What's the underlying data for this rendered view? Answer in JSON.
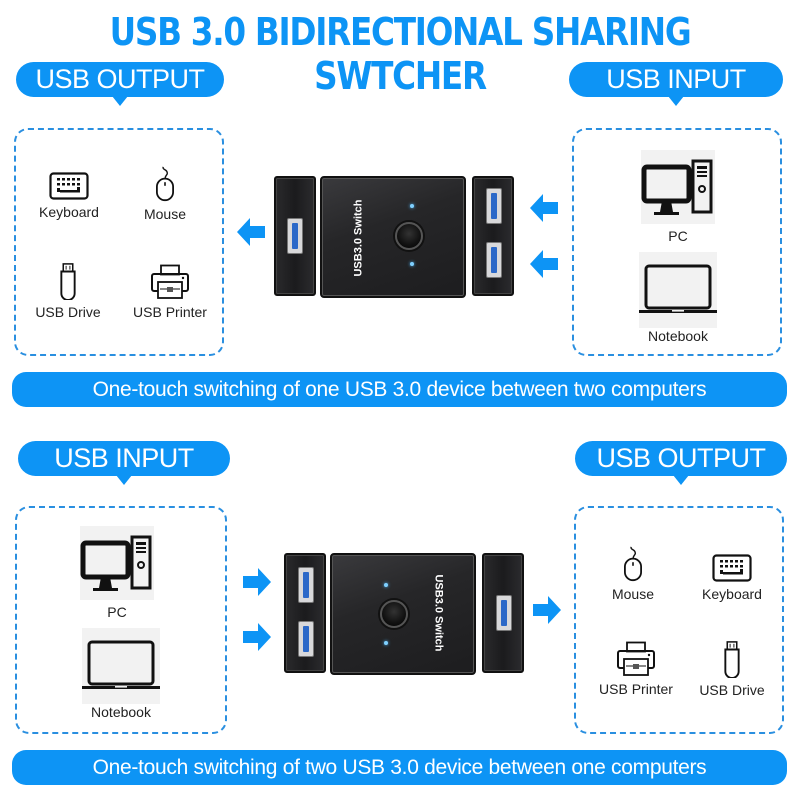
{
  "title": "USB 3.0 BIDIRECTIONAL SHARING SWTCHER",
  "colors": {
    "accent": "#0d94f5",
    "dashed_border": "#2a8fe0",
    "device_body": "#1f1f21",
    "led": "#7fd0ff"
  },
  "top_section": {
    "left_bubble": "USB OUTPUT",
    "right_bubble": "USB INPUT",
    "left_devices": [
      {
        "label": "Keyboard",
        "icon": "keyboard-icon"
      },
      {
        "label": "Mouse",
        "icon": "mouse-icon"
      },
      {
        "label": "USB Drive",
        "icon": "usb-drive-icon"
      },
      {
        "label": "USB Printer",
        "icon": "printer-icon"
      }
    ],
    "right_devices": [
      {
        "label": "PC",
        "icon": "desktop-pc-icon"
      },
      {
        "label": "Notebook",
        "icon": "laptop-icon"
      }
    ],
    "switch_label": "USB3.0 Switch",
    "banner": "One-touch switching of one USB 3.0 device between two computers"
  },
  "bottom_section": {
    "left_bubble": "USB INPUT",
    "right_bubble": "USB OUTPUT",
    "left_devices": [
      {
        "label": "PC",
        "icon": "desktop-pc-icon"
      },
      {
        "label": "Notebook",
        "icon": "laptop-icon"
      }
    ],
    "right_devices": [
      {
        "label": "Mouse",
        "icon": "mouse-icon"
      },
      {
        "label": "Keyboard",
        "icon": "keyboard-icon"
      },
      {
        "label": "USB Printer",
        "icon": "printer-icon"
      },
      {
        "label": "USB Drive",
        "icon": "usb-drive-icon"
      }
    ],
    "switch_label": "USB3.0 Switch",
    "banner": "One-touch switching of two USB 3.0 device between one computers"
  }
}
